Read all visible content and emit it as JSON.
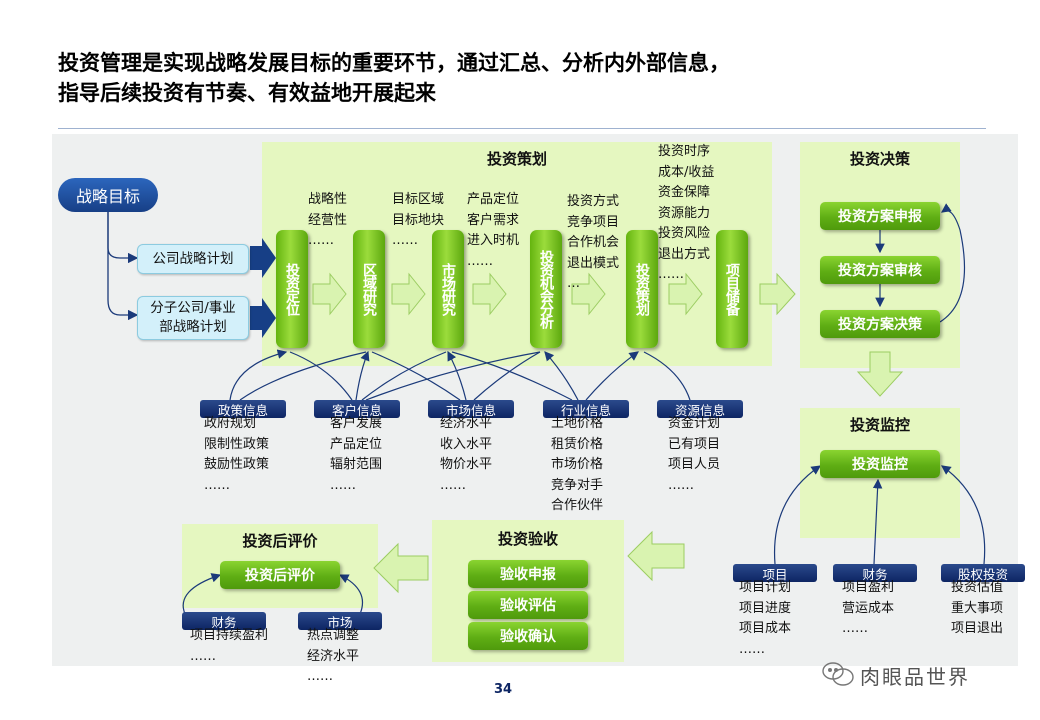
{
  "title_lines": [
    "投资管理是实现战略发展目标的重要环节，通过汇总、分析内外部信息，",
    "指导后续投资有节奏、有效益地开展起来"
  ],
  "strategy": {
    "goal": "战略目标",
    "company_plan": "公司战略计划",
    "sub_plan_line1": "分子公司/事业",
    "sub_plan_line2": "部战略计划"
  },
  "planning": {
    "title": "投资策划",
    "stages": [
      "投资定位",
      "区域研究",
      "市场研究",
      "投资机会分析",
      "投资策划",
      "项目储备"
    ],
    "notes": [
      [
        "战略性",
        "经营性",
        "……"
      ],
      [
        "目标区域",
        "目标地块",
        "……"
      ],
      [
        "产品定位",
        "客户需求",
        "进入时机",
        "……"
      ],
      [
        "投资方式",
        "竞争项目",
        "合作机会",
        "退出模式",
        "…"
      ],
      [
        "投资时序",
        "成本/收益",
        "资金保障",
        "资源能力",
        "投资风险",
        "退出方式",
        "……"
      ]
    ]
  },
  "info_sources": [
    {
      "tag": "政策信息",
      "items": [
        "政府规划",
        "限制性政策",
        "鼓励性政策",
        "……"
      ]
    },
    {
      "tag": "客户信息",
      "items": [
        "客户发展",
        "产品定位",
        "辐射范围",
        "……"
      ]
    },
    {
      "tag": "市场信息",
      "items": [
        "经济水平",
        "收入水平",
        "物价水平",
        "……"
      ]
    },
    {
      "tag": "行业信息",
      "items": [
        "土地价格",
        "租赁价格",
        "市场价格",
        "竞争对手",
        "合作伙伴"
      ]
    },
    {
      "tag": "资源信息",
      "items": [
        "资金计划",
        "已有项目",
        "项目人员",
        "……"
      ]
    }
  ],
  "decision": {
    "title": "投资决策",
    "steps": [
      "投资方案申报",
      "投资方案审核",
      "投资方案决策"
    ]
  },
  "monitor": {
    "title": "投资监控",
    "button": "投资监控",
    "sources": [
      {
        "tag": "项目",
        "items": [
          "项目计划",
          "项目进度",
          "项目成本",
          "……"
        ]
      },
      {
        "tag": "财务",
        "items": [
          "项目盈利",
          "营运成本",
          "……"
        ]
      },
      {
        "tag": "股权投资",
        "items": [
          "投资估值",
          "重大事项",
          "项目退出"
        ]
      }
    ]
  },
  "acceptance": {
    "title": "投资验收",
    "steps": [
      "验收申报",
      "验收评估",
      "验收确认"
    ]
  },
  "post_eval": {
    "title": "投资后评价",
    "button": "投资后评价",
    "sources": [
      {
        "tag": "财务",
        "items": [
          "项目持续盈利",
          "……"
        ]
      },
      {
        "tag": "市场",
        "items": [
          "热点调整",
          "经济水平",
          "……"
        ]
      }
    ]
  },
  "page_number": "34",
  "watermark": "肉眼品世界",
  "colors": {
    "green_panel": "#e5f7c0",
    "green_button": "#5fae14",
    "navy_tag": "#0d2563",
    "arrow_fill": "#d9f3b0",
    "line": "#1b3a7a"
  }
}
